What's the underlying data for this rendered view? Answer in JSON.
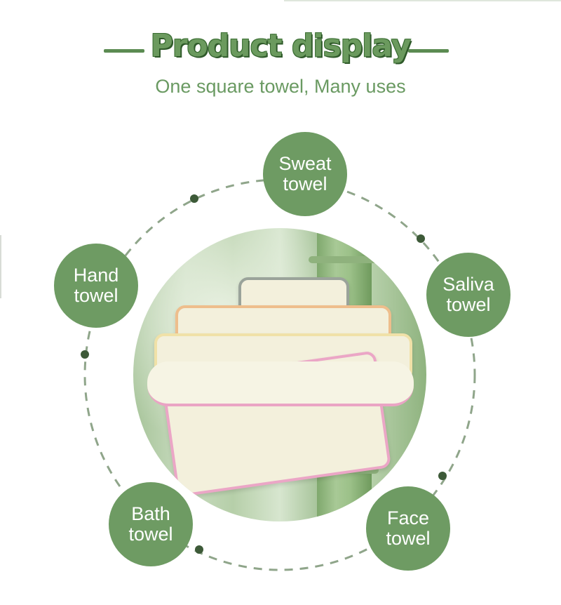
{
  "header": {
    "title": "Product display",
    "subtitle": "One square towel, Many uses"
  },
  "uses": [
    {
      "line1": "Sweat",
      "line2": "towel"
    },
    {
      "line1": "Hand",
      "line2": "towel"
    },
    {
      "line1": "Saliva",
      "line2": "towel"
    },
    {
      "line1": "Bath",
      "line2": "towel"
    },
    {
      "line1": "Face",
      "line2": "towel"
    }
  ],
  "colors": {
    "accent": "#6e9b63",
    "title_green": "#6b9a5e",
    "ring": "#8fa58a"
  },
  "image": {
    "subject": "stacked folded towels in front of bamboo"
  }
}
